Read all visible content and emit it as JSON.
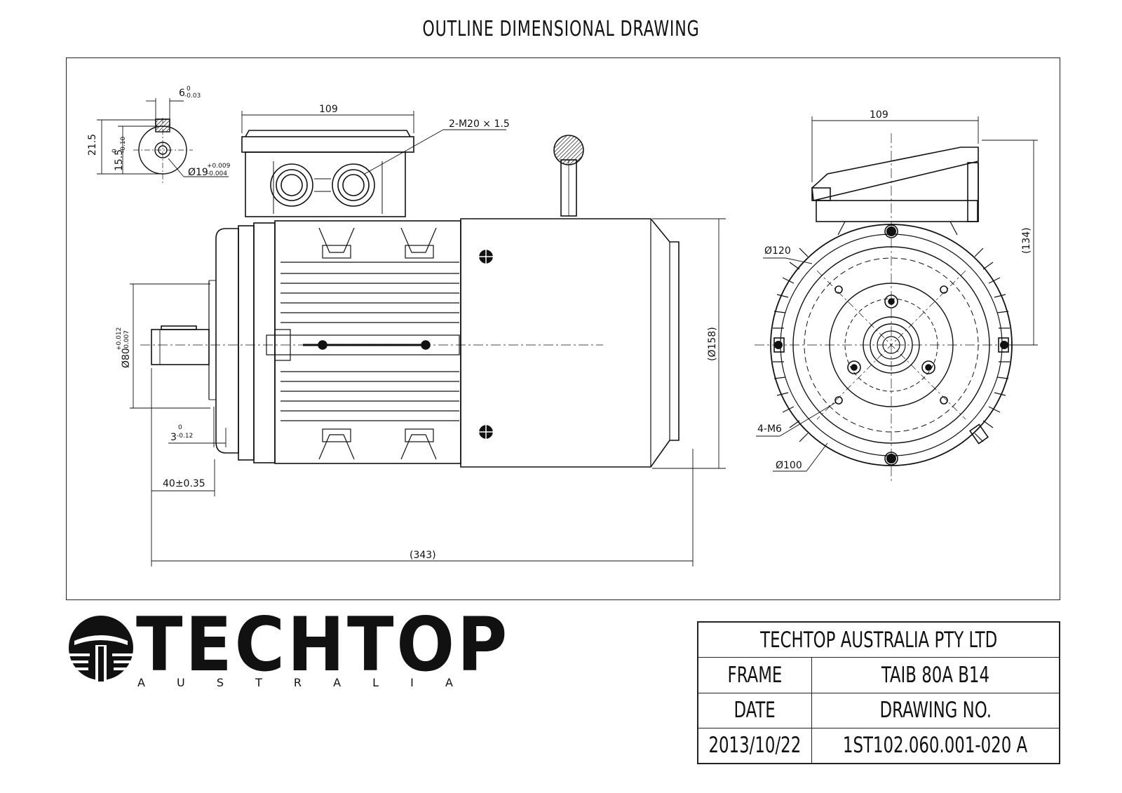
{
  "header": {
    "title": "OUTLINE DIMENSIONAL DRAWING"
  },
  "dimensions": {
    "key_width": "6",
    "key_width_tol_upper": "0",
    "key_width_tol_lower": "-0.03",
    "shaft_height_total": "21.5",
    "keyway_depth": "15.5",
    "keyway_depth_tol_upper": "0",
    "keyway_depth_tol_lower": "-0.10",
    "shaft_dia": "Ø19",
    "shaft_dia_tol_upper": "+0.009",
    "shaft_dia_tol_lower": "-0.004",
    "terminal_box_width_side": "109",
    "cable_glands": "2-M20 × 1.5",
    "spigot_dia": "Ø80",
    "spigot_dia_tol_upper": "+0.012",
    "spigot_dia_tol_lower": "-0.007",
    "spigot_depth": "3",
    "spigot_depth_tol_upper": "0",
    "spigot_depth_tol_lower": "-0.12",
    "shaft_length": "40±0.35",
    "overall_length": "(343)",
    "overall_dia": "(Ø158)",
    "terminal_box_width_end": "109",
    "height_to_box": "(134)",
    "flange_pcd": "Ø120",
    "fixing_holes": "4-M6",
    "flange_inner_dia": "Ø100"
  },
  "logo": {
    "word": "TECHTOP",
    "sub_letters": [
      "A",
      "U",
      "S",
      "T",
      "R",
      "A",
      "L",
      "I",
      "A"
    ]
  },
  "title_block": {
    "company": "TECHTOP AUSTRALIA PTY LTD",
    "frame_label": "FRAME",
    "frame_value": "TAIB 80A B14",
    "date_label": "DATE",
    "drawing_no_label": "DRAWING NO.",
    "date_value": "2013/10/22",
    "drawing_no_value": "1ST102.060.001-020 A"
  }
}
